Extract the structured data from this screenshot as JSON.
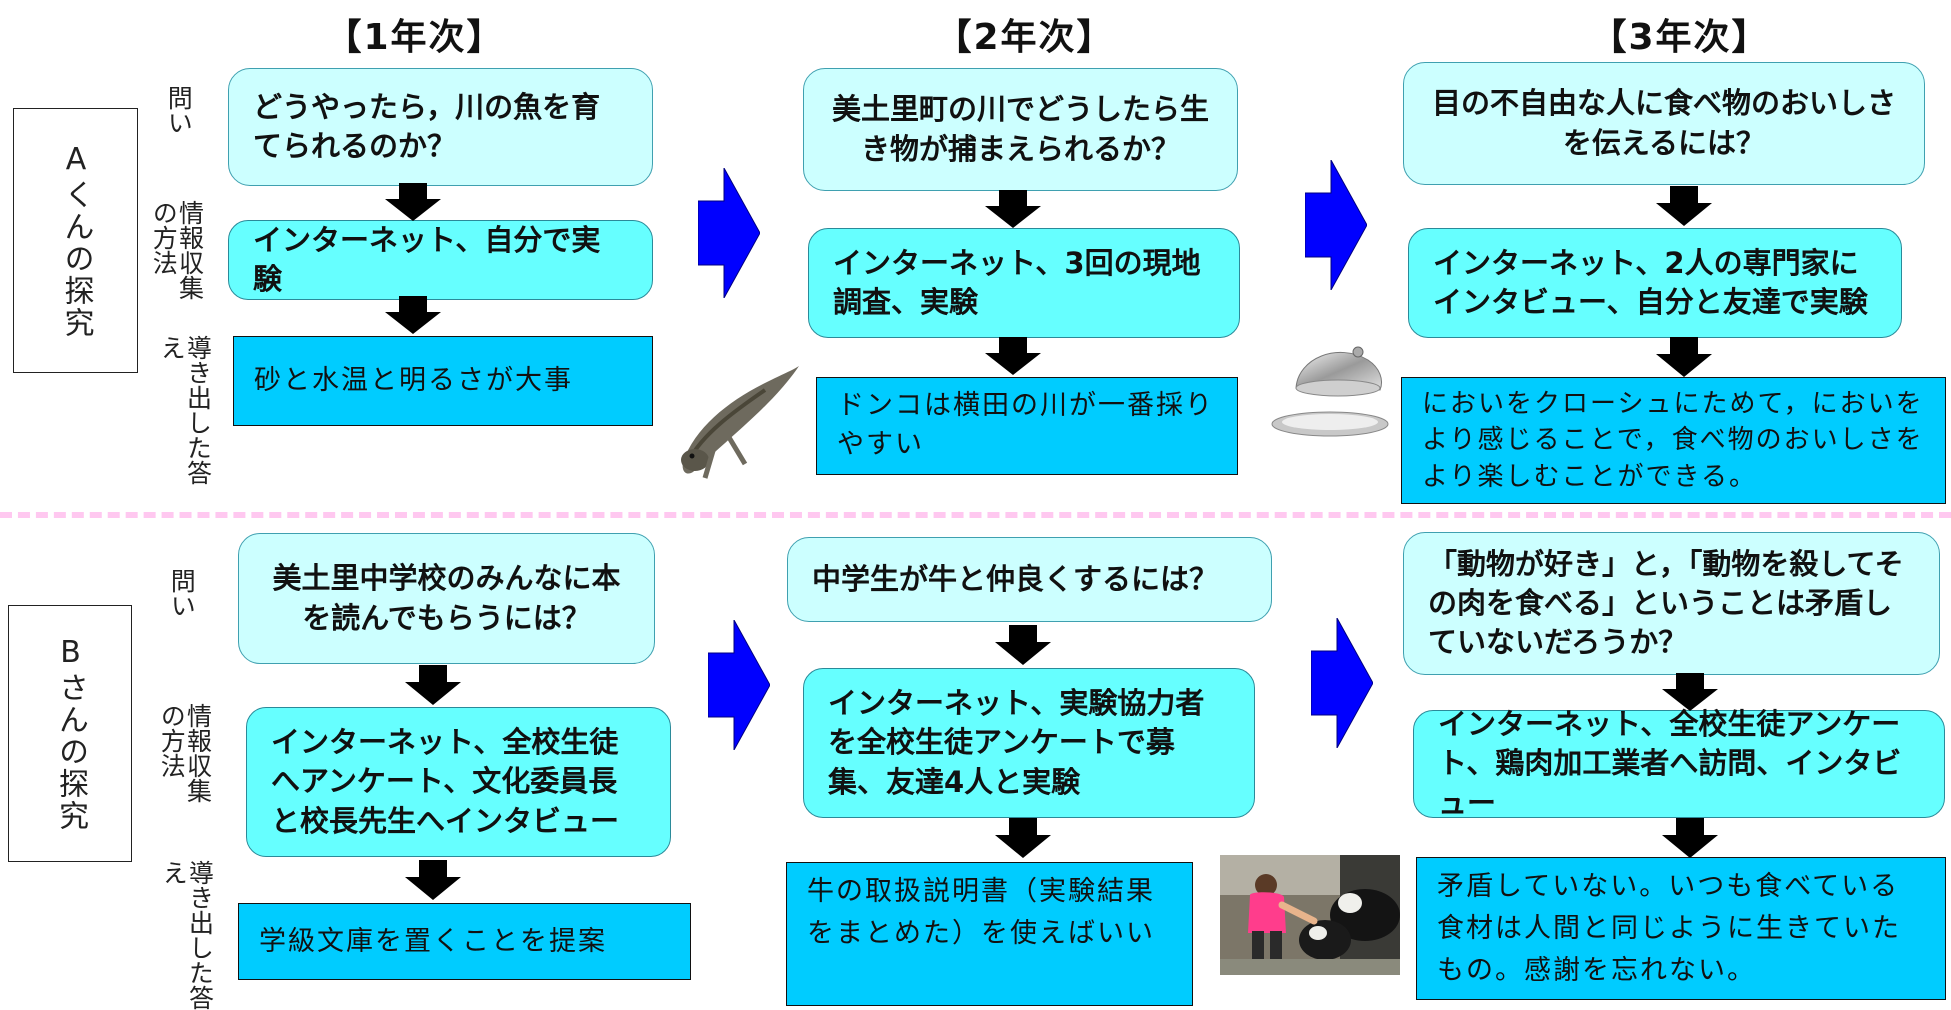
{
  "years": [
    "【1年次】",
    "【2年次】",
    "【3年次】"
  ],
  "row_labels": {
    "question": "問い",
    "method": "情報収集の方法",
    "answer": "導き出した答え"
  },
  "students": [
    {
      "label": "Aくんの探究",
      "stages": [
        {
          "question": "どうやったら，川の魚を育てられるのか？",
          "method": "インターネット、自分で実験",
          "answer": "砂と水温と明るさが大事"
        },
        {
          "question": "美土里町の川でどうしたら生き物が捕まえられるか？",
          "method": "インターネット、3回の現地調査、実験",
          "answer": "ドンコは横田の川が一番採りやすい"
        },
        {
          "question": "目の不自由な人に食べ物のおいしさを伝えるには？",
          "method": "インターネット、2人の専門家にインタビュー、自分と友達で実験",
          "answer": "においをクローシュにためて，においをより感じることで，食べ物のおいしさをより楽しむことができる。"
        }
      ]
    },
    {
      "label": "Bさんの探究",
      "stages": [
        {
          "question": "美土里中学校のみんなに本を読んでもらうには？",
          "method": "インターネット、全校生徒へアンケート、文化委員長と校長先生へインタビュー",
          "answer": "学級文庫を置くことを提案"
        },
        {
          "question": "中学生が牛と仲良くするには？",
          "method": "インターネット、実験協力者を全校生徒アンケートで募集、友達4人と実験",
          "answer": "牛の取扱説明書（実験結果をまとめた）を使えばいい"
        },
        {
          "question": "「動物が好き」と，「動物を殺してその肉を食べる」ということは矛盾していないだろうか？",
          "method": "インターネット、全校生徒アンケート、鶏肉加工業者へ訪問、インタビュー",
          "answer": "矛盾していない。いつも食べている食材は人間と同じように生きていたもの。感謝を忘れない。"
        }
      ]
    }
  ],
  "colors": {
    "question_box": "#ccffff",
    "method_box": "#66ffff",
    "answer_box": "#00ccff",
    "stage_arrow": "#0000ff",
    "down_arrow": "#000000",
    "divider": "#ffc8f0"
  },
  "images": [
    "fish-photo",
    "cloche-photo",
    "cow-photo"
  ]
}
